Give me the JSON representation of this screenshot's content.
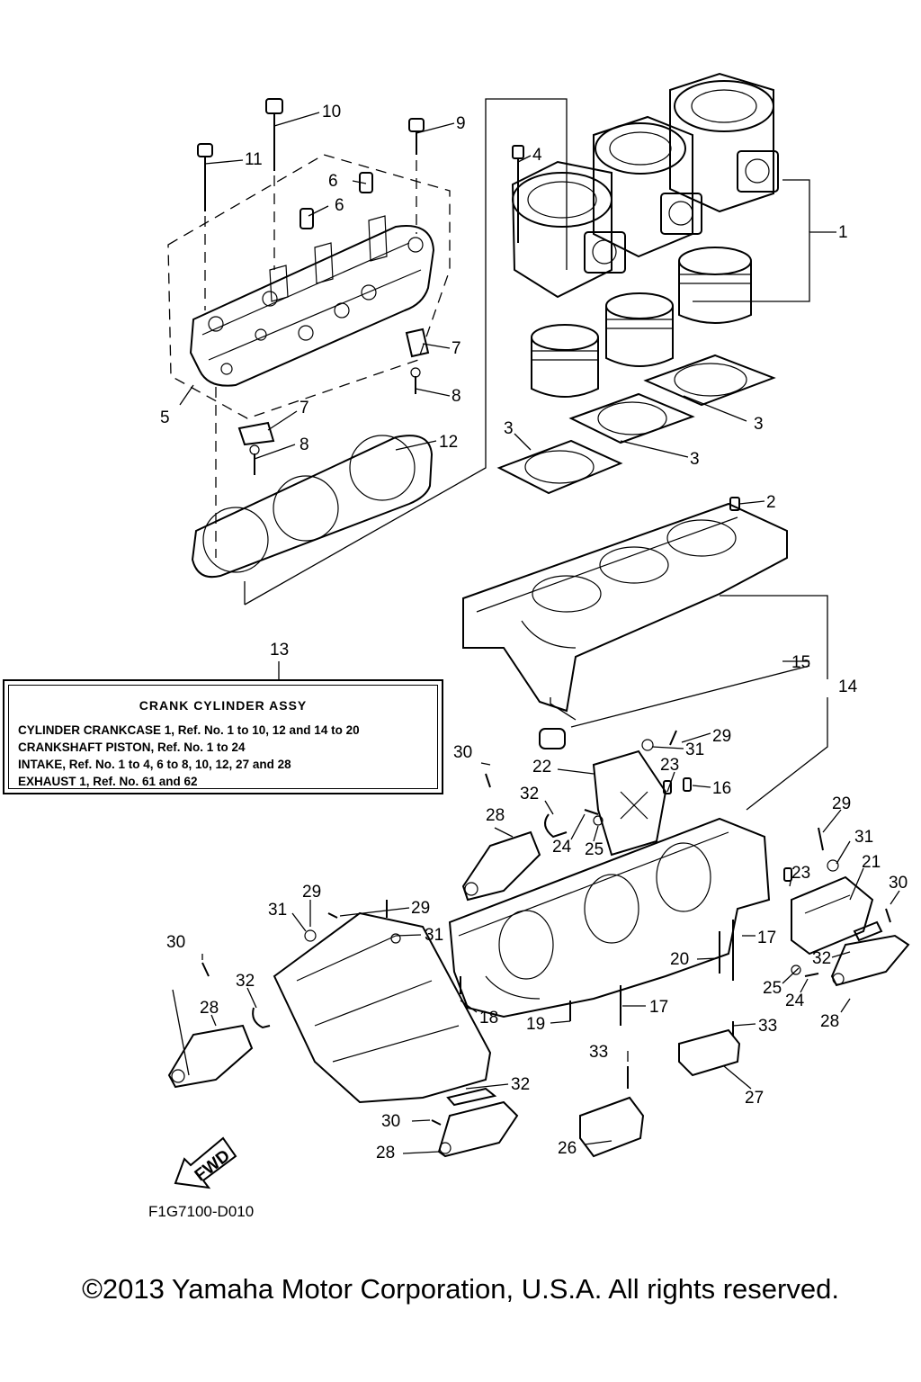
{
  "diagram": {
    "callouts": [
      "1",
      "2",
      "3",
      "4",
      "5",
      "6",
      "7",
      "8",
      "9",
      "10",
      "11",
      "12",
      "13",
      "14",
      "15",
      "16",
      "17",
      "18",
      "19",
      "20",
      "21",
      "22",
      "23",
      "24",
      "25",
      "26",
      "27",
      "28",
      "29",
      "30",
      "31",
      "32",
      "33"
    ],
    "fwd_label": "FWD",
    "drawing_code": "F1G7100-D010"
  },
  "assy_box": {
    "title": "CRANK CYLINDER ASSY",
    "lines": [
      "CYLINDER CRANKCASE 1,  Ref. No. 1 to 10, 12 and 14 to 20",
      "CRANKSHAFT PISTON,   Ref. No. 1 to 24",
      "INTAKE, Ref. No. 1 to 4, 6 to 8, 10, 12, 27 and 28",
      "EXHAUST 1, Ref. No. 61 and 62"
    ]
  },
  "copyright": "©2013 Yamaha Motor Corporation, U.S.A. All rights reserved."
}
